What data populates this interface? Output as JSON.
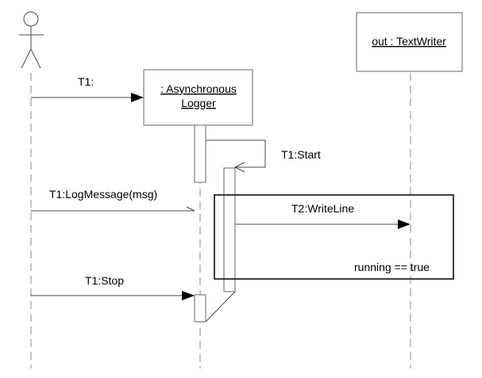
{
  "participants": {
    "logger": {
      "line1": ": Asynchronous",
      "line2": "Logger"
    },
    "out": {
      "label": "out : TextWriter"
    }
  },
  "messages": {
    "t1_create": "T1:",
    "t1_start": "T1:Start",
    "t1_log": "T1:LogMessage(msg)",
    "t2_writeline": "T2:WriteLine",
    "t1_stop": "T1:Stop"
  },
  "loop": {
    "condition": "running == true"
  }
}
